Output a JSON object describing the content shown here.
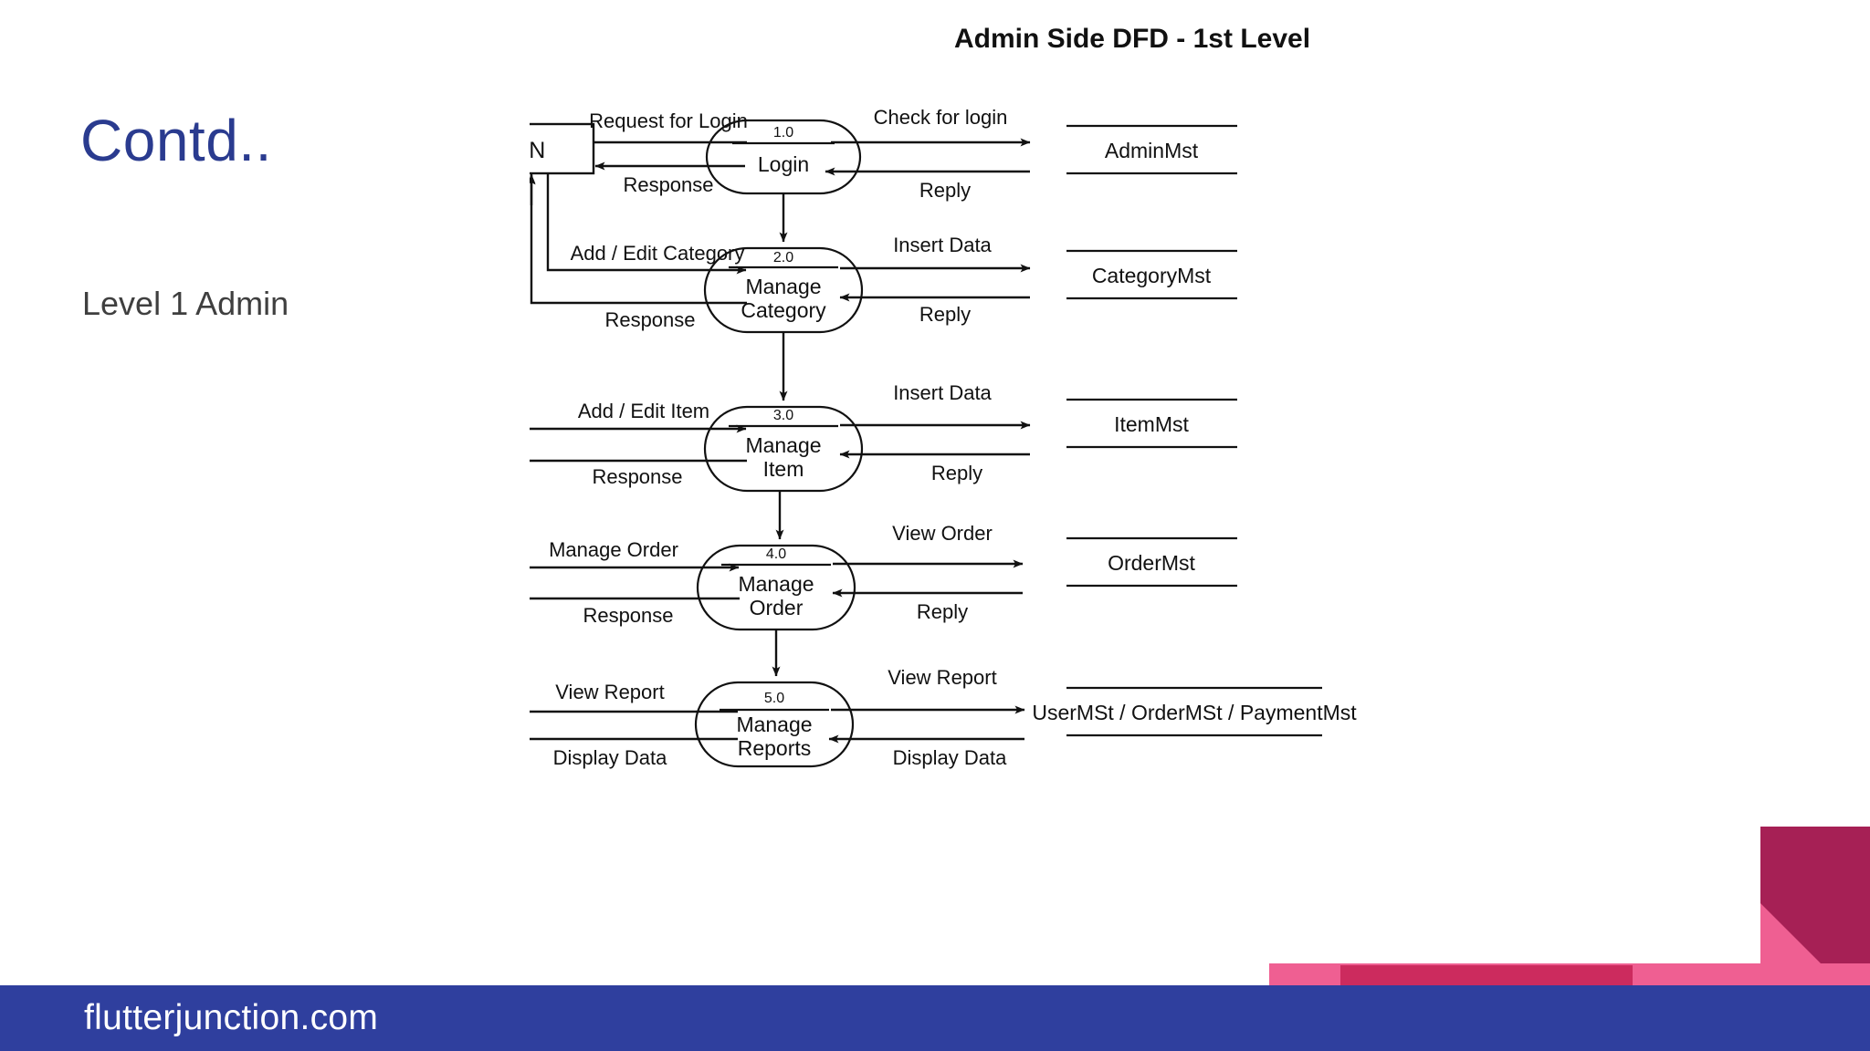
{
  "slide": {
    "heading": "Contd..",
    "subheading": "Level 1 Admin",
    "footer_text": "flutterjunction.com",
    "accent_blue": "#2f3f9e",
    "heading_color": "#2a3b8f",
    "accent_crimson": "#a62055",
    "accent_pink": "#ef5f92"
  },
  "diagram": {
    "title": "Admin Side DFD - 1st Level",
    "external_entity": "ADMIN",
    "processes": [
      {
        "number": "1.0",
        "name_line1": "Login",
        "name_line2": ""
      },
      {
        "number": "2.0",
        "name_line1": "Manage",
        "name_line2": "Category"
      },
      {
        "number": "3.0",
        "name_line1": "Manage",
        "name_line2": "Item"
      },
      {
        "number": "4.0",
        "name_line1": "Manage",
        "name_line2": "Order"
      },
      {
        "number": "5.0",
        "name_line1": "Manage",
        "name_line2": "Reports"
      }
    ],
    "datastores": [
      {
        "label": "AdminMst"
      },
      {
        "label": "CategoryMst"
      },
      {
        "label": "ItemMst"
      },
      {
        "label": "OrderMst"
      },
      {
        "label": "UserMSt / OrderMSt / PaymentMst"
      }
    ],
    "flows_left": [
      {
        "in": "Request for Login",
        "out": "Response"
      },
      {
        "in": "Add / Edit Category",
        "out": "Response"
      },
      {
        "in": "Add / Edit Item",
        "out": "Response"
      },
      {
        "in": "Manage Order",
        "out": "Response"
      },
      {
        "in": "View Report",
        "out": "Display Data"
      }
    ],
    "flows_right": [
      {
        "out": "Check for login",
        "in": "Reply"
      },
      {
        "out": "Insert Data",
        "in": "Reply"
      },
      {
        "out": "Insert Data",
        "in": "Reply"
      },
      {
        "out": "View Order",
        "in": "Reply"
      },
      {
        "out": "View Report",
        "in": "Display Data"
      }
    ]
  }
}
